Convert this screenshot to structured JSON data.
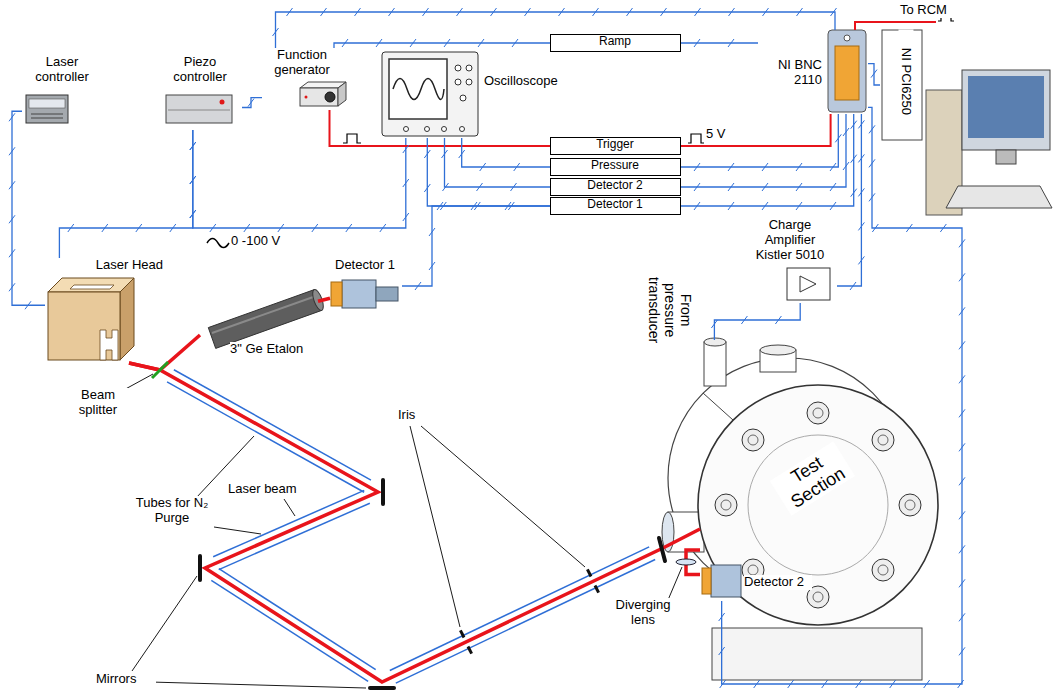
{
  "diagram": {
    "nodes": [
      {
        "text": [
          "Laser controller"
        ]
      },
      {
        "text": [
          "Piezo controller"
        ]
      },
      {
        "text": [
          "Function generator"
        ]
      },
      {
        "text": [
          "Oscilloscope"
        ]
      },
      {
        "text": [
          "Ramp"
        ]
      },
      {
        "text": [
          "Trigger"
        ]
      },
      {
        "text": [
          "Pressure"
        ]
      },
      {
        "text": [
          "Detector 2"
        ]
      },
      {
        "text": [
          "Detector 1"
        ]
      },
      {
        "text": [
          "NI BNC 2110"
        ]
      },
      {
        "text": [
          "NI PCI6250"
        ]
      },
      {
        "text": [
          "Laser Head"
        ]
      },
      {
        "text": [
          "Detector 1"
        ]
      },
      {
        "text": [
          "3\" Ge Etalon"
        ]
      },
      {
        "text": [
          "Charge Amplifier Kistler 5010"
        ]
      },
      {
        "text": [
          "Test Section"
        ]
      },
      {
        "text": [
          "Detector 2"
        ]
      }
    ],
    "edges": [
      {
        "from": 0,
        "to": 11,
        "arrow": "none"
      },
      {
        "from": 1,
        "to": 11,
        "arrow": "none"
      },
      {
        "from": 1,
        "to": 3,
        "arrow": "none"
      },
      {
        "from": 2,
        "to": 1,
        "arrow": "none"
      },
      {
        "from": 2,
        "to": 4,
        "arrow": "none"
      },
      {
        "from": 4,
        "to": 9,
        "arrow": "none"
      },
      {
        "from": 2,
        "to": 9,
        "arrow": "none"
      },
      {
        "from": 2,
        "to": 5,
        "arrow": "none"
      },
      {
        "from": 5,
        "to": 9,
        "arrow": "none"
      },
      {
        "from": 3,
        "to": 6,
        "arrow": "none"
      },
      {
        "from": 6,
        "to": 9,
        "arrow": "none"
      },
      {
        "from": 3,
        "to": 7,
        "arrow": "none"
      },
      {
        "from": 7,
        "to": 9,
        "arrow": "none"
      },
      {
        "from": 3,
        "to": 8,
        "arrow": "none"
      },
      {
        "from": 8,
        "to": 9,
        "arrow": "none"
      },
      {
        "from": 12,
        "to": 8,
        "arrow": "none"
      },
      {
        "from": 14,
        "to": 9,
        "arrow": "none"
      },
      {
        "from": 15,
        "to": 14,
        "arrow": "none"
      },
      {
        "from": 16,
        "to": 9,
        "arrow": "none"
      },
      {
        "from": 9,
        "to": 10,
        "arrow": "none"
      },
      {
        "from": 11,
        "to": 13,
        "arrow": "none"
      },
      {
        "from": 13,
        "to": 12,
        "arrow": "none"
      },
      {
        "from": 11,
        "to": 15,
        "arrow": "none"
      },
      {
        "from": 15,
        "to": 16,
        "arrow": "none"
      }
    ],
    "labels": [
      "To RCM",
      "0 -100 V",
      "5 V",
      "Beam splitter",
      "Tubes for N₂ Purge",
      "Laser beam",
      "Mirrors",
      "Iris",
      "Diverging lens",
      "From pressure transducer"
    ]
  }
}
